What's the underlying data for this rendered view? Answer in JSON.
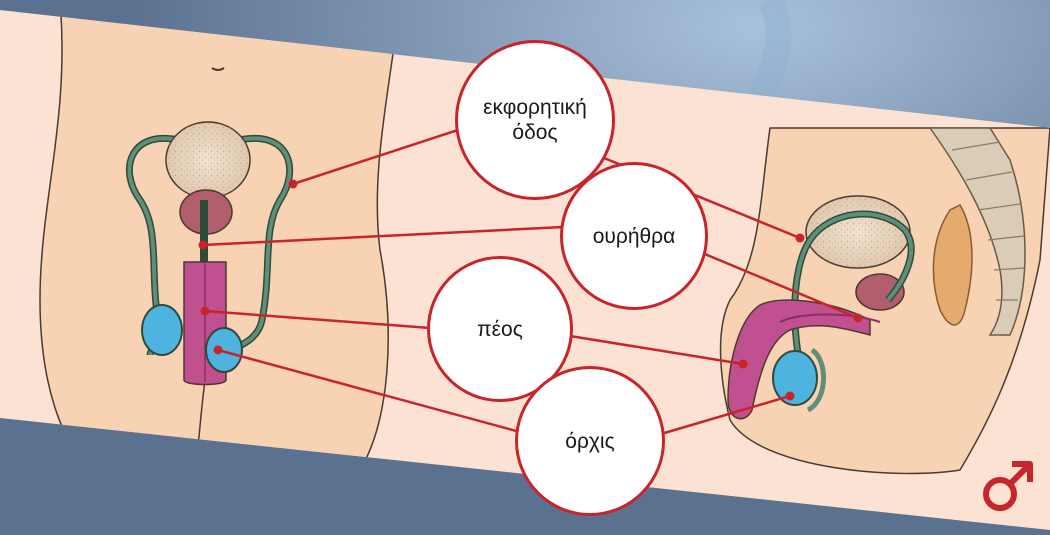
{
  "labels": {
    "ejaculatory_duct": "εκφορητική\nόδος",
    "urethra": "ουρήθρα",
    "penis": "πέος",
    "testis": "όρχις"
  },
  "colors": {
    "background": "#5b7190",
    "panel": "#fbe2d3",
    "skin": "#f7d3b3",
    "outline": "#4a3a30",
    "leader_line": "#c8242c",
    "duct": "#5f8f78",
    "bladder": "#e8d3bd",
    "prostate": "#b15e6d",
    "penis": "#c0508f",
    "testis": "#4fb3e0",
    "spine": "#d9cdb7",
    "rectum": "#e4aa6e",
    "symbol": "#c8242c"
  },
  "icons": {
    "male_symbol": "male-symbol-icon"
  }
}
